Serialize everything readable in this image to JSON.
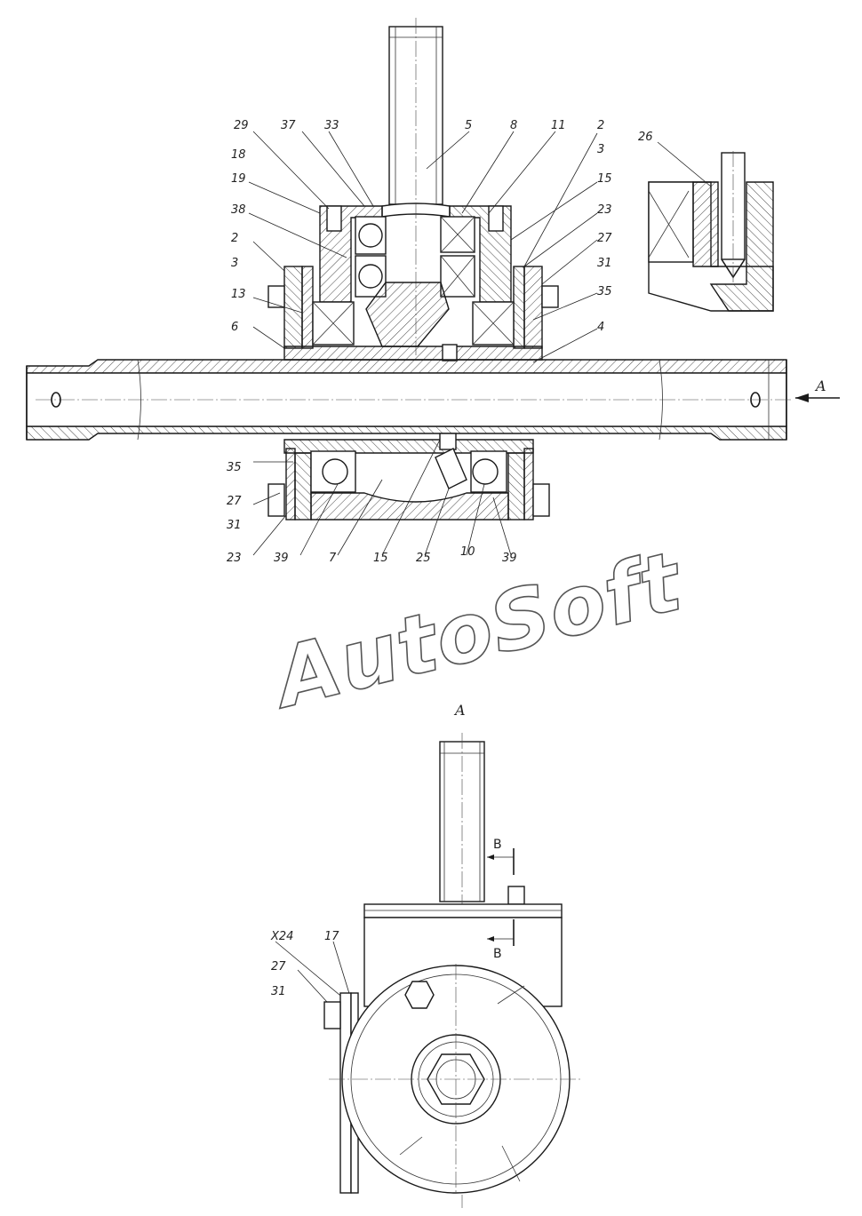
{
  "watermark": "AutoSoft",
  "view_label": "A",
  "arrow_label": "A",
  "section_label": "B",
  "section_label_2": "B",
  "parts": {
    "p29": "29",
    "p37": "37",
    "p33": "33",
    "p5": "5",
    "p8": "8",
    "p11": "11",
    "p2a": "2",
    "p3a": "3",
    "p18": "18",
    "p19": "19",
    "p15a": "15",
    "p38": "38",
    "p23a": "23",
    "p2b": "2",
    "p3b": "3",
    "p27a": "27",
    "p31a": "31",
    "p13": "13",
    "p35a": "35",
    "p6": "6",
    "p4": "4",
    "p26": "26",
    "p35b": "35",
    "p27b": "27",
    "p31b": "31",
    "p23b": "23",
    "p39a": "39",
    "p7": "7",
    "p15b": "15",
    "p25": "25",
    "p10": "10",
    "p39b": "39",
    "p24": "X24",
    "p17": "17",
    "p27c": "27",
    "p31c": "31"
  }
}
